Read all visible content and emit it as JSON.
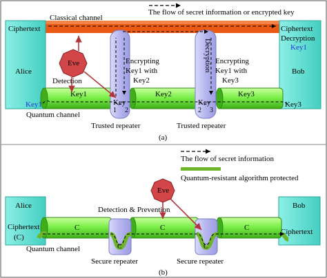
{
  "colors": {
    "party_box": "#5fe0d4",
    "tube": "#7cf04a",
    "tube_dark": "#2f8a12",
    "repeater": "#b9b9f2",
    "classical_channel": "#ea5a14",
    "eve": "#d2464a",
    "protected_green": "#6fb52b",
    "key_blue": "#1f37d8",
    "arrow_red": "#b2343a"
  },
  "legend_top": {
    "secret_or_encrypted_flow": "The flow of secret information or encrypted key"
  },
  "legend_bottom": {
    "secret_flow": "The flow of secret information",
    "protected": "Quantum-resistant algorithm protected"
  },
  "panel_a": {
    "caption": "(a)",
    "alice": {
      "name": "Alice",
      "ciphertext": "Ciphertext",
      "key": "Key1"
    },
    "bob": {
      "name": "Bob",
      "ciphertext": "Ciphertext",
      "decryption": "Decryption",
      "key_blue": "Key1",
      "key": "Key3"
    },
    "classical_channel": "Classical channel",
    "quantum_channel": "Quantum channel",
    "eve": "Eve",
    "detection": "Detection",
    "tube_keys": [
      "Key1",
      "Key2",
      "Key3"
    ],
    "repeater1": {
      "caption": "Trusted repeater",
      "key": "Key",
      "left_num": "1",
      "right_num": "2",
      "note": [
        "Encrypting",
        "Key1 with",
        "Key2"
      ]
    },
    "repeater2": {
      "caption": "Trusted repeater",
      "key": "Key",
      "left_num": "2",
      "right_num": "3",
      "vertical": "Decryption",
      "note": [
        "Encrypting",
        "Key1 with",
        "Key3"
      ]
    }
  },
  "panel_b": {
    "caption": "(b)",
    "alice": {
      "name": "Alice",
      "ciphertext": "Ciphertext",
      "c_label": "(C)"
    },
    "bob": {
      "name": "Bob",
      "ciphertext": "Ciphertext"
    },
    "quantum_channel": "Quantum channel",
    "eve": "Eve",
    "detection_prevention": "Detection & Prevention",
    "tube_labels": [
      "C",
      "C",
      "C"
    ],
    "repeater_labels": [
      "C",
      "C"
    ],
    "repeater1_caption": "Secure repeater",
    "repeater2_caption": "Secure repeater"
  }
}
